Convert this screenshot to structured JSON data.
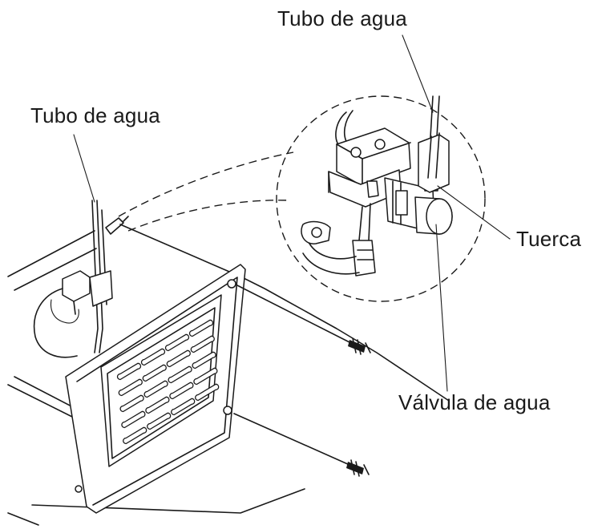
{
  "labels": {
    "water_tube_top": "Tubo de agua",
    "water_tube_left": "Tubo de agua",
    "nut": "Tuerca",
    "water_valve": "Válvula de agua"
  },
  "colors": {
    "ink": "#1a1a1a",
    "background": "#ffffff"
  }
}
